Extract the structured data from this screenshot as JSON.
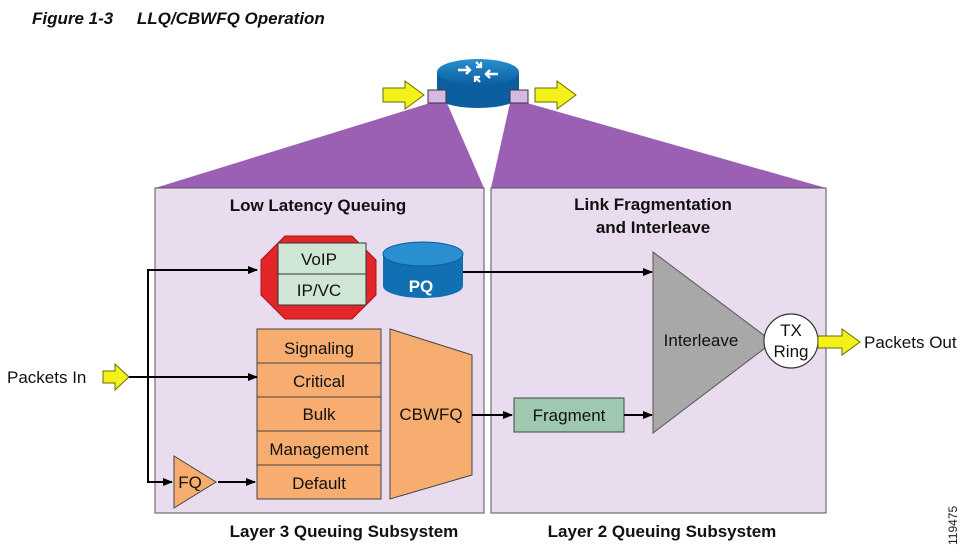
{
  "figure": {
    "number": "Figure 1-3",
    "title": "LLQ/CBWFQ Operation",
    "id": "119475"
  },
  "colors": {
    "purple_band": "#9b5fb4",
    "panel_fill": "#e9dcef",
    "queue_orange": "#f7ad6f",
    "red_octagon": "#e3262a",
    "voice_cell": "#cfe6d6",
    "pq_blue": "#1070b3",
    "interleave_gray": "#a8a8a8",
    "fragment_green": "#9ec9b0",
    "arrow_yellow": "#f2f21a"
  },
  "layer3": {
    "heading": "Low Latency Queuing",
    "caption": "Layer 3 Queuing Subsystem",
    "priority_classes": [
      "VoIP",
      "IP/VC"
    ],
    "pq_label": "PQ",
    "cbwfq_classes": [
      "Signaling",
      "Critical",
      "Bulk",
      "Management",
      "Default"
    ],
    "cbwfq_label": "CBWFQ",
    "fq_label": "FQ"
  },
  "layer2": {
    "heading_line1": "Link Fragmentation",
    "heading_line2": "and Interleave",
    "caption": "Layer 2 Queuing Subsystem",
    "fragment_label": "Fragment",
    "interleave_label": "Interleave",
    "tx_ring_line1": "TX",
    "tx_ring_line2": "Ring"
  },
  "io": {
    "packets_in": "Packets In",
    "packets_out": "Packets Out"
  }
}
